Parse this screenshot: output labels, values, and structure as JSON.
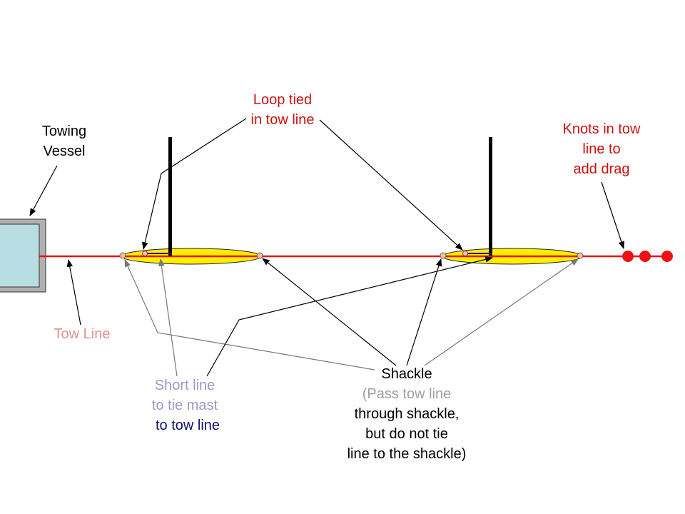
{
  "labels": {
    "towing_vessel": [
      "Towing",
      "Vessel"
    ],
    "loop_tied": [
      "Loop tied",
      "in tow line"
    ],
    "knots": [
      "Knots in tow",
      "line to",
      "add drag"
    ],
    "tow_line": "Tow Line",
    "short_line": [
      "Short line",
      "to tie mast",
      "to tow line"
    ],
    "shackle": "Shackle",
    "shackle_note": [
      "(Pass tow line",
      "through shackle,",
      "but do not tie",
      "line to the shackle)"
    ]
  },
  "colors": {
    "red_text": "#cc1111",
    "tow_line": "#ee1111",
    "pink_text": "#e09090",
    "lavender_text": "#9a9ac8",
    "navy_text": "#101070",
    "grey_text": "#a0a0a0",
    "float_fill": "#ffee00",
    "vessel_fill": "#b8dde2",
    "vessel_border": "#b0b0b0"
  },
  "knot_count": 3
}
